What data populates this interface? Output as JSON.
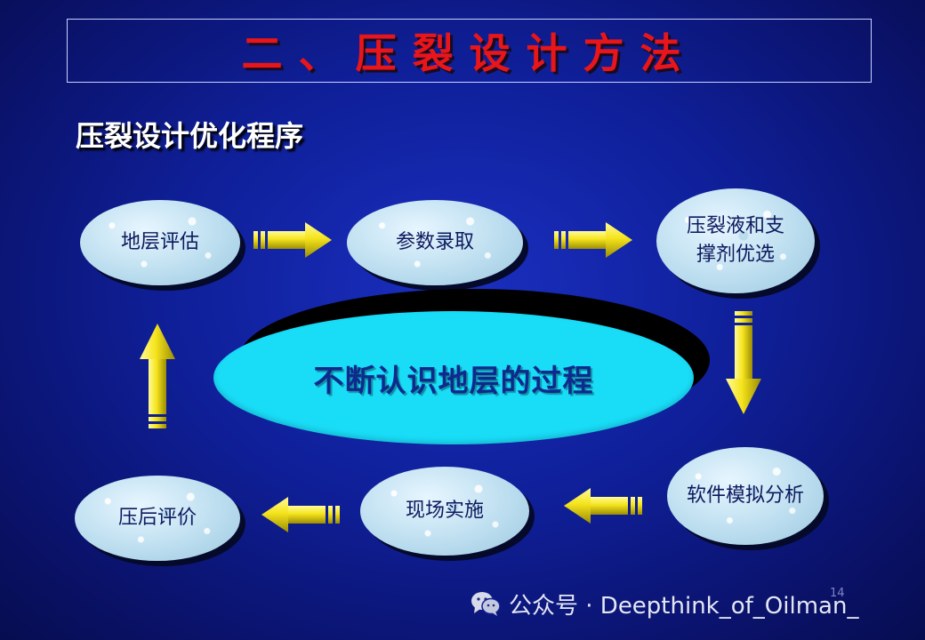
{
  "slide": {
    "title": "二、压裂设计方法",
    "subtitle": "压裂设计优化程序",
    "page_number": "14"
  },
  "nodes": {
    "formation_evaluation": "地层评估",
    "parameter_entry": "参数录取",
    "fluid_proppant_selection": "压裂液和支\n撑剂优选",
    "software_simulation": "软件模拟分析",
    "field_implementation": "现场实施",
    "post_frac_evaluation": "压后评价"
  },
  "center": {
    "label": "不断认识地层的过程"
  },
  "colors": {
    "background": "#0f1f98",
    "title": "#e8161a",
    "node_fill": "#b9dcee",
    "center_fill": "#19dcf7",
    "arrow": "#f2e31c"
  },
  "watermark": {
    "icon": "wechat-icon",
    "text": "公众号 · Deepthink_of_Oilman_"
  }
}
